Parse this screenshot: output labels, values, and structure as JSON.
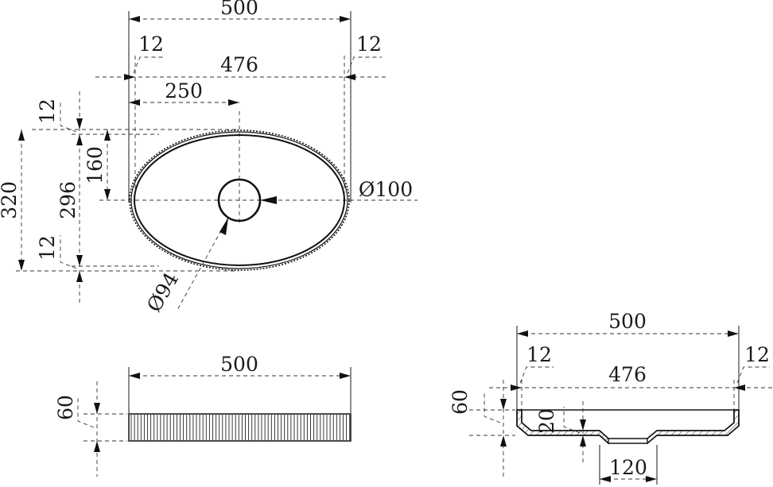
{
  "top_view": {
    "overall_width": "500",
    "rim_left": "12",
    "rim_right": "12",
    "inner_width": "476",
    "center_offset": "250",
    "rim_top": "12",
    "half_height": "160",
    "overall_height": "320",
    "inner_height": "296",
    "rim_bottom": "12",
    "drain_diameter": "Ø100",
    "bowl_diameter": "Ø94"
  },
  "front_view": {
    "width": "500",
    "height": "60"
  },
  "section_view": {
    "overall_width": "500",
    "rim_left": "12",
    "rim_right": "12",
    "inner_width": "476",
    "height": "60",
    "bottom_thickness": "20",
    "drain_width": "120"
  },
  "colors": {
    "line": "#1a1a1a",
    "background": "#ffffff"
  }
}
